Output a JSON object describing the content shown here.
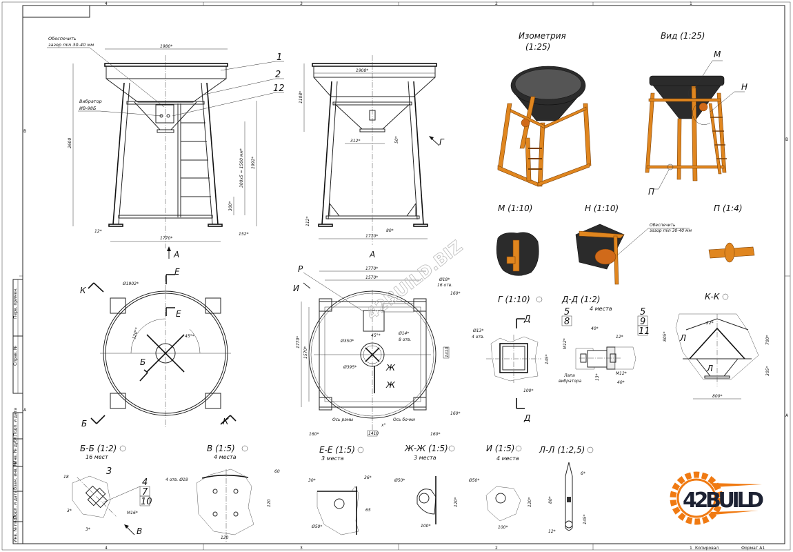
{
  "frame": {
    "zones_top": [
      "4",
      "3",
      "2",
      "1"
    ],
    "zones_bottom": [
      "4",
      "3",
      "2"
    ],
    "rows_left": [
      "B",
      "A"
    ],
    "rows_right": [
      "B",
      "A"
    ],
    "stamp_side": [
      "Перв. примен.",
      "Справ. №",
      "Подп. и дата",
      "Инв. № дубл.",
      "Взам. инв. №",
      "Подп. и дата",
      "Инв. № подл."
    ],
    "footer_sheet": "1",
    "footer_copied": "Копировал",
    "footer_format": "Формат A1"
  },
  "front_view": {
    "note_gap_1": "Обеспечить",
    "note_gap_2": "зазор min 30-40 мм",
    "vibrator_1": "Вибратор",
    "vibrator_2": "ИВ-98Б",
    "dim_width_top": "1980*",
    "dim_height": "2600",
    "dim_ladder_height": "1992*",
    "dim_ladder_steps": "300х5 = 1500 мм*",
    "dim_first_step": "300*",
    "dim_foot": "12*",
    "dim_foot_right": "152*",
    "dim_base": "1770*",
    "positions": [
      "1",
      "2",
      "12"
    ],
    "view_arrow": "A"
  },
  "side_view": {
    "dim_width_top": "1908*",
    "dim_height": "1108*",
    "dim_outlet": "312*",
    "dim_outlet_h": "50*",
    "dim_foot": "112*",
    "dim_base_offset": "80*",
    "dim_base": "1770*",
    "view_arrow": "Г",
    "title": "A"
  },
  "plan_left": {
    "dim_diameter": "Ø1902*",
    "dim_angle_120": "120°*",
    "dim_angle_45": "45°*",
    "cut_e": "Е",
    "cut_k": "К",
    "cut_b": "Б"
  },
  "plan_right": {
    "label_p": "Р",
    "label_i": "И",
    "dim_1770": "1770*",
    "dim_1570": "1570*",
    "dim_holes_1": "Ø18*",
    "dim_holes_2": "16 отв.",
    "dim_160": "160*",
    "dim_1410": "1410",
    "dim_350": "Ø350*",
    "dim_45": "45°*",
    "dim_14_1": "Ø14*",
    "dim_14_2": "8 отв.",
    "dim_395": "Ø395*",
    "cut_zh": "Ж",
    "axis_frame": "Ось рамы",
    "axis_barrel": "Ось бочки",
    "dim_x": "x°",
    "watermark": "42BUILD.BIZ"
  },
  "iso": {
    "title_1": "Изометрия",
    "title_2": "(1:25)",
    "view_title": "Вид (1:25)",
    "callouts": [
      "М",
      "Н",
      "П"
    ]
  },
  "details_top": {
    "m_title": "М (1:10)",
    "n_title": "Н (1:10)",
    "p_title": "П (1:4)",
    "n_note_1": "Обеспечить",
    "n_note_2": "зазор min 30-40 мм"
  },
  "details_mid": {
    "g_title": "Г (1:10)",
    "g_hole_1": "Ø13*",
    "g_hole_2": "4 отв.",
    "g_145": "145*",
    "g_100": "100*",
    "g_cut": "Д",
    "d_title": "Д-Д (1:2)",
    "d_sub": "4 места",
    "d_pos_left": [
      "5",
      "8"
    ],
    "d_pos_right": [
      "5",
      "9",
      "11"
    ],
    "d_40_top": "40*",
    "d_12": "12*",
    "d_m12_v": "M12*",
    "d_m12": "M12*",
    "d_13": "13*",
    "d_40_bot": "40*",
    "d_paw_1": "Лапа",
    "d_paw_2": "вибратора",
    "k_title": "К-К",
    "k_805": "805*",
    "k_22": "22*",
    "k_700": "700*",
    "k_305": "305*",
    "k_800": "800*",
    "k_cut": "Л"
  },
  "details_bottom": {
    "bb_title": "Б-Б (1:2)",
    "bb_sub": "16 мест",
    "bb_pos_top": "3",
    "bb_pos_stack": [
      "4",
      "7",
      "10"
    ],
    "bb_18": "18",
    "bb_3a": "3*",
    "bb_3b": "3*",
    "bb_m16": "M16*",
    "bb_arrow": "В",
    "v_title": "В (1:5)",
    "v_sub": "4 места",
    "v_holes": "4 отв. Ø18",
    "v_60": "60",
    "v_120v": "120",
    "v_120h": "120",
    "e_title": "Е-Е (1:5)",
    "e_sub": "3 места",
    "e_30": "30*",
    "e_36": "36*",
    "e_65": "65",
    "e_50": "Ø50*",
    "zh_title": "Ж-Ж (1:5)",
    "zh_sub": "3 места",
    "zh_50": "Ø50*",
    "zh_120": "120*",
    "zh_100": "100*",
    "i_title": "И (1:5)",
    "i_sub": "4 места",
    "i_50": "Ø50*",
    "i_120": "120*",
    "i_100": "100*",
    "l_title": "Л-Л (1:2,5)",
    "l_6": "6*",
    "l_80": "80*",
    "l_145": "145*",
    "l_12": "12*"
  },
  "logo": {
    "text": "42BUILD",
    "accent": "#f07a12",
    "dark": "#1d2233"
  },
  "colors": {
    "steel_orange": "#e0861f",
    "bowl_dark": "#2b2b2b"
  }
}
